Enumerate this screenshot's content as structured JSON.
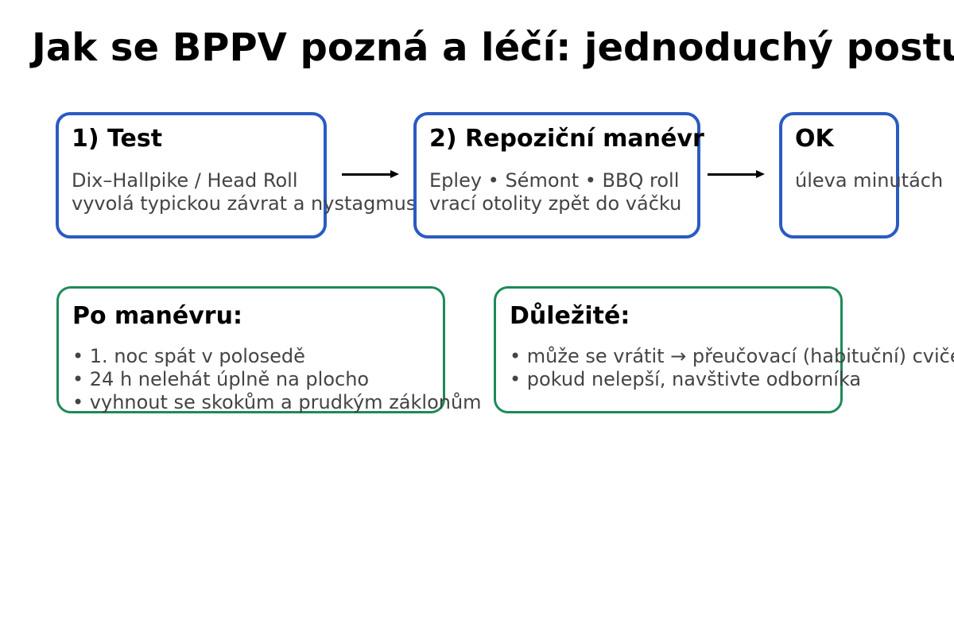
{
  "title": "Jak se BPPV pozná a léčí: jednoduchý postup",
  "colors": {
    "flow_border": "#2a5bc2",
    "info_border": "#1e8a57",
    "body_text": "#444444"
  },
  "flow": [
    {
      "heading": "1) Test",
      "lines": [
        "Dix–Hallpike / Head Roll",
        "vyvolá typickou závrat a nystagmus"
      ]
    },
    {
      "heading": "2) Repoziční manévr",
      "lines": [
        "Epley • Sémont • BBQ roll",
        "vrací otolity zpět do váčku"
      ]
    },
    {
      "heading": "OK",
      "lines": [
        "úleva minutách"
      ]
    }
  ],
  "notes": [
    {
      "heading": "Po manévru:",
      "lines": [
        "• 1. noc spát v polosedě",
        "• 24 h nelehát úplně na plocho",
        "• vyhnout se skokům a prudkým záklonům"
      ]
    },
    {
      "heading": "Důležité:",
      "lines": [
        "• může se vrátit → přeučovací (habituční) cvičení",
        "• pokud nelepší, navštivte odborníka"
      ]
    }
  ]
}
